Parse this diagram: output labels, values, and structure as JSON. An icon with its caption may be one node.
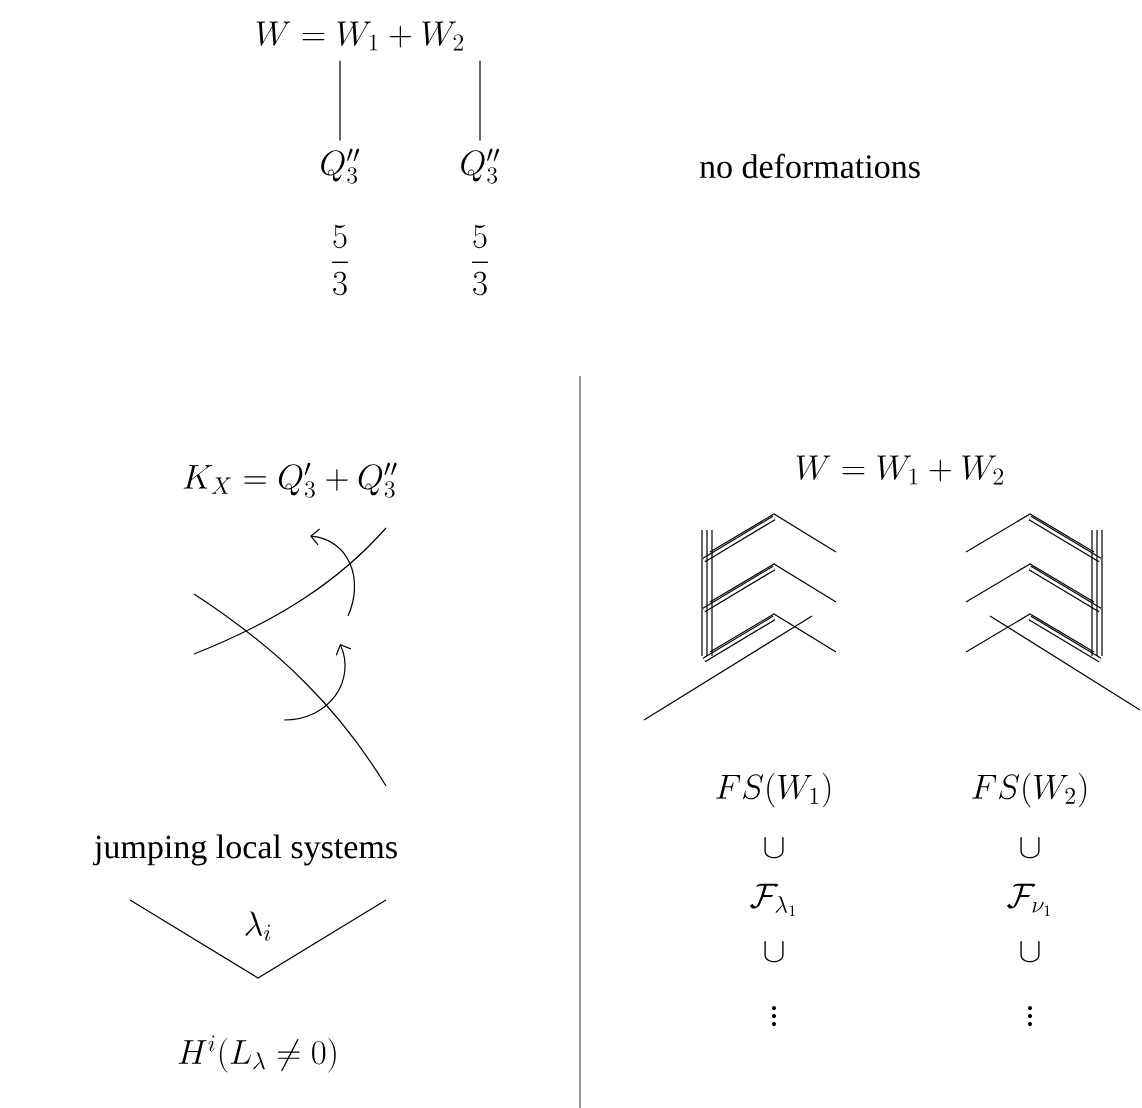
{
  "diagram": {
    "nodes": [
      {
        "text": [
          "W = W_1 + W_2"
        ]
      },
      {
        "text": [
          "Q''_3"
        ]
      },
      {
        "text": [
          "Q''_3"
        ]
      }
    ],
    "edges": [
      {
        "from": 0,
        "to": 1,
        "arrow": "none"
      },
      {
        "from": 0,
        "to": 2,
        "arrow": "none"
      }
    ],
    "labels": [
      "\\frac{5}{3}",
      "\\frac{5}{3}",
      "no deformations",
      "K_X = Q'_3 + Q''_3",
      "jumping local systems",
      "\\lambda_i",
      "H^i(L_\\lambda \\neq 0)",
      "W = W_1 + W_2",
      "FS(W_1)",
      "FS(W_2)",
      "\\cup",
      "\\cup",
      "\\mathcal{F}_{\\lambda_1}",
      "\\mathcal{F}_{\\nu_1}",
      "\\cup",
      "\\cup",
      "\\vdots",
      "\\vdots"
    ]
  }
}
